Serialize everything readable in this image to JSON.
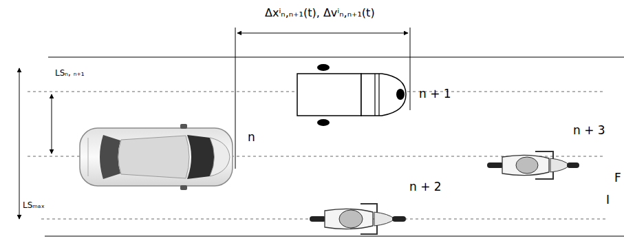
{
  "diagram": {
    "labels": [
      "Δxⁱₙ,ₙ₊₁(t), Δvⁱₙ,ₙ₊₁(t)",
      "n + 1",
      "LSₙ, ₙ₊₁",
      "n",
      "n + 3",
      "LSₘₐₓ",
      "n + 2",
      "F",
      "I"
    ]
  }
}
